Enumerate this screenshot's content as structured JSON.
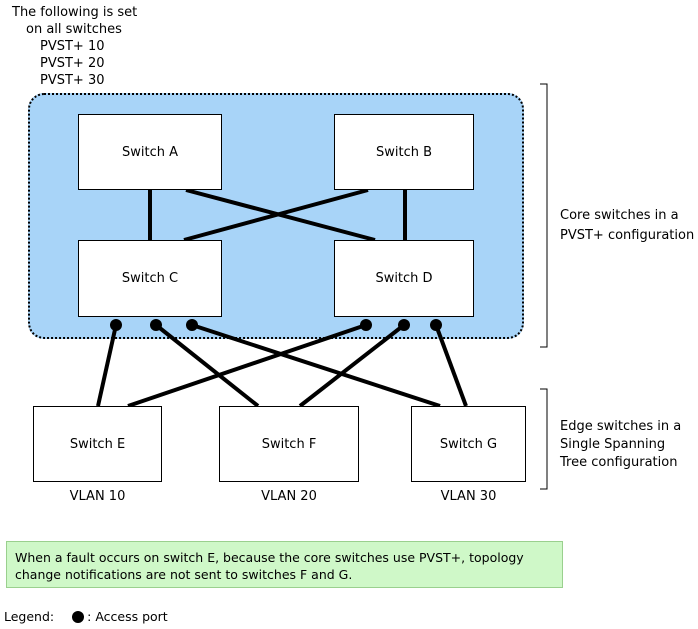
{
  "top_note": {
    "line1": "The following is set",
    "line2": "on all switches",
    "pvst": [
      "PVST+ 10",
      "PVST+ 20",
      "PVST+ 30"
    ]
  },
  "switches": {
    "a": "Switch A",
    "b": "Switch B",
    "c": "Switch C",
    "d": "Switch D",
    "e": "Switch E",
    "f": "Switch F",
    "g": "Switch G"
  },
  "vlans": [
    "VLAN 10",
    "VLAN 20",
    "VLAN 30"
  ],
  "core_label": [
    "Core switches in a",
    "PVST+ configuration"
  ],
  "edge_label": [
    "Edge switches in a",
    "Single Spanning",
    "Tree configuration"
  ],
  "info_text": [
    "When a fault occurs on switch E, because the core switches use PVST+, topology",
    "change notifications are not sent to switches F and G."
  ],
  "legend": {
    "prefix": "Legend:",
    "access_port": ": Access port"
  },
  "colors": {
    "core_zone": "#a8d4f8",
    "info_box": "#cff8c8"
  }
}
